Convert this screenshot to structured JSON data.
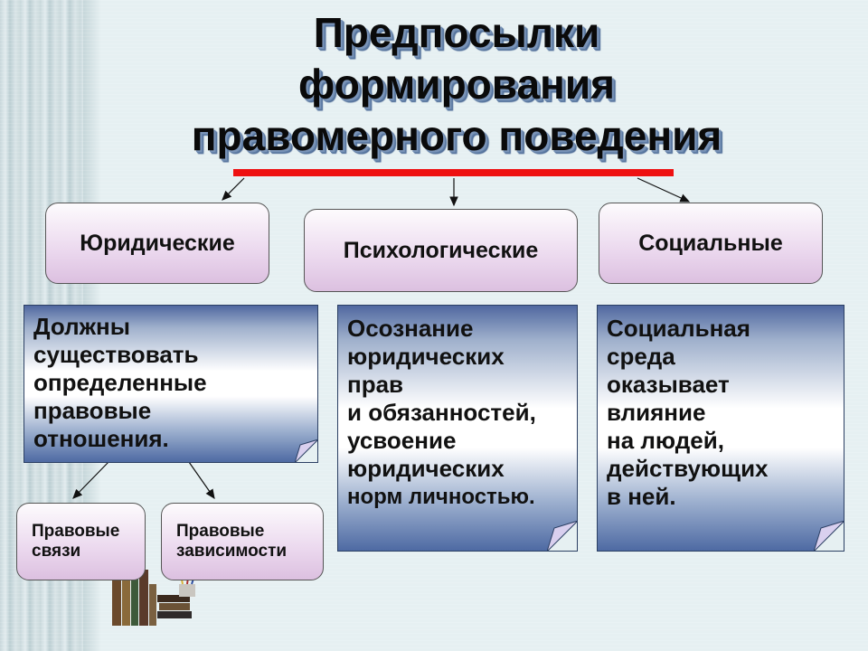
{
  "title": {
    "line1": "Предпосылки",
    "line2": "формирования",
    "line3": "правомерного поведения"
  },
  "categories": {
    "legal": "Юридические",
    "psychological": "Психологические",
    "social": "Социальные"
  },
  "cards": {
    "legal": {
      "lines": [
        "Должны",
        "существовать",
        "определенные",
        "правовые",
        "отношения."
      ]
    },
    "psychological": {
      "lines": [
        "Осознание",
        "юридических",
        "прав",
        "и обязанностей,",
        "усвоение",
        "юридических",
        "норм личностью."
      ]
    },
    "social": {
      "lines": [
        "Социальная",
        "среда",
        "оказывает",
        "влияние",
        "на людей,",
        "действующих",
        "в ней."
      ]
    }
  },
  "sub_boxes": {
    "legal_ties": {
      "line1": "Правовые",
      "line2": "связи"
    },
    "legal_dependencies": {
      "line1": "Правовые",
      "line2": "зависимости"
    }
  },
  "colors": {
    "red_bar": "#ee1111",
    "card_dark": "#4e6aa3",
    "box_fill": "#ebd8ee",
    "title_shadow": "#5f7ea6"
  }
}
